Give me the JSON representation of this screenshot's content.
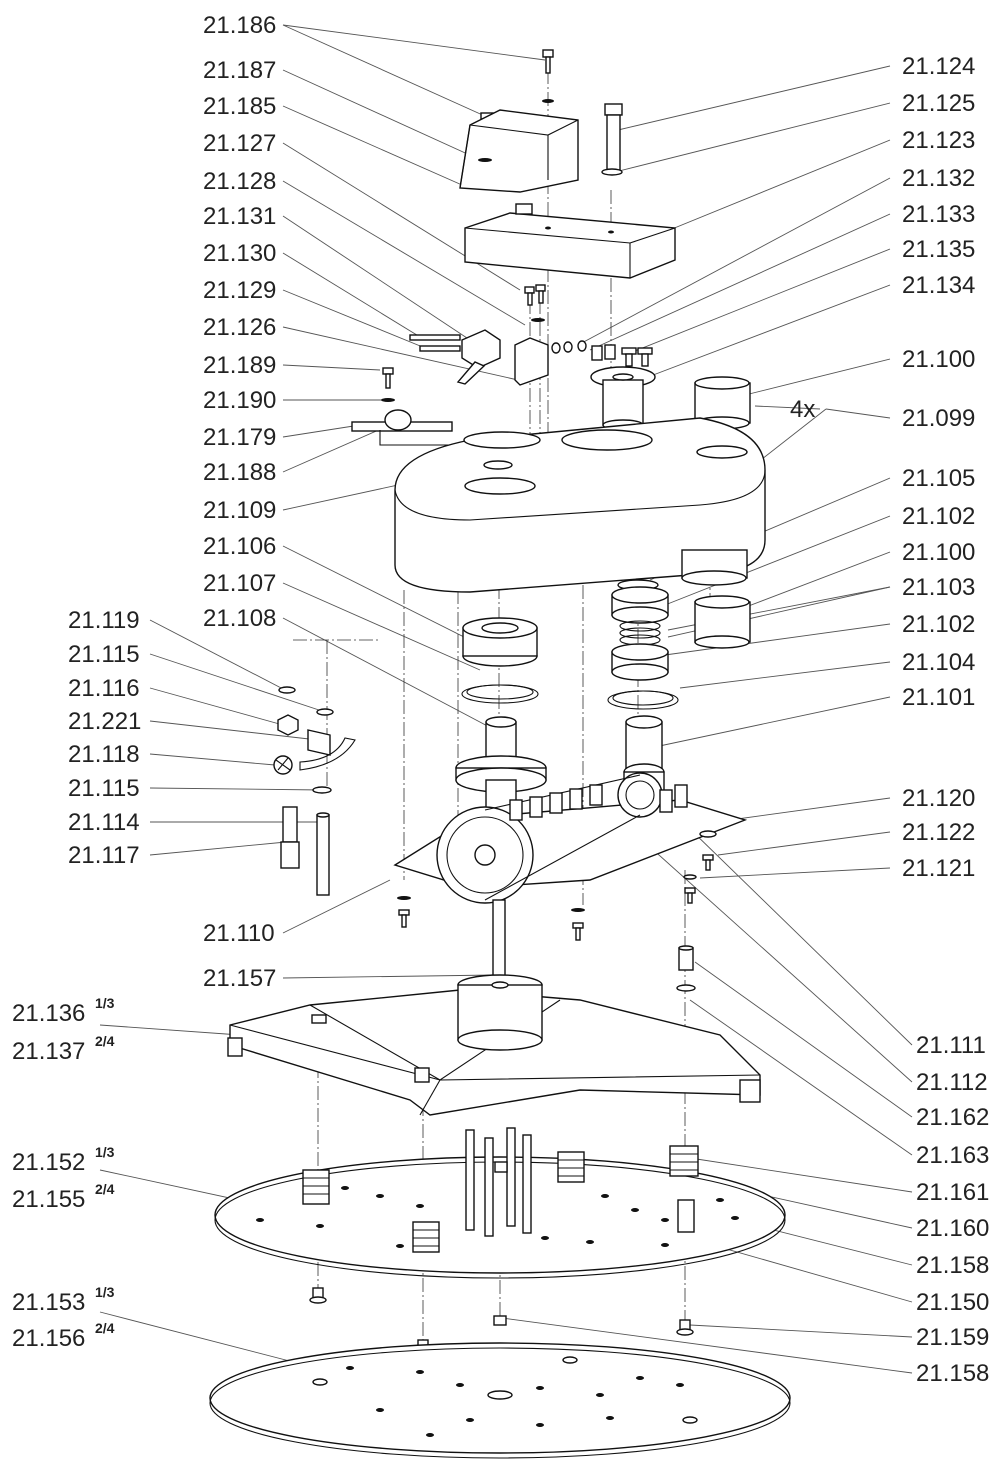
{
  "labels": {
    "l_21186": "21.186",
    "l_21187": "21.187",
    "l_21185": "21.185",
    "l_21127": "21.127",
    "l_21128": "21.128",
    "l_21131": "21.131",
    "l_21130": "21.130",
    "l_21129": "21.129",
    "l_21126": "21.126",
    "l_21189": "21.189",
    "l_21190": "21.190",
    "l_21179": "21.179",
    "l_21188": "21.188",
    "l_21109": "21.109",
    "l_21106": "21.106",
    "l_21107": "21.107",
    "l_21108": "21.108",
    "l_21119": "21.119",
    "l_21115a": "21.115",
    "l_21116": "21.116",
    "l_21221": "21.221",
    "l_21118": "21.118",
    "l_21115b": "21.115",
    "l_21114": "21.114",
    "l_21117": "21.117",
    "l_21110": "21.110",
    "l_21157": "21.157",
    "l_21136": "21.136",
    "l_21136_sup": "1/3",
    "l_21137": "21.137",
    "l_21137_sup": "2/4",
    "l_21152": "21.152",
    "l_21152_sup": "1/3",
    "l_21155": "21.155",
    "l_21155_sup": "2/4",
    "l_21153": "21.153",
    "l_21153_sup": "1/3",
    "l_21156": "21.156",
    "l_21156_sup": "2/4",
    "l_21124": "21.124",
    "l_21125": "21.125",
    "l_21123": "21.123",
    "l_21132": "21.132",
    "l_21133": "21.133",
    "l_21135": "21.135",
    "l_21134": "21.134",
    "l_21100a": "21.100",
    "l_21099": "21.099",
    "l_4x": "4x",
    "l_21105": "21.105",
    "l_21102a": "21.102",
    "l_21100b": "21.100",
    "l_21103": "21.103",
    "l_21102b": "21.102",
    "l_21104": "21.104",
    "l_21101": "21.101",
    "l_21120": "21.120",
    "l_21122": "21.122",
    "l_21121": "21.121",
    "l_21111": "21.111",
    "l_21112": "21.112",
    "l_21162": "21.162",
    "l_21163": "21.163",
    "l_21161": "21.161",
    "l_21160": "21.160",
    "l_21158a": "21.158",
    "l_21150": "21.150",
    "l_21159": "21.159",
    "l_21158b": "21.158"
  },
  "colors": {
    "line": "#111111",
    "label": "#222222",
    "background": "#ffffff"
  }
}
